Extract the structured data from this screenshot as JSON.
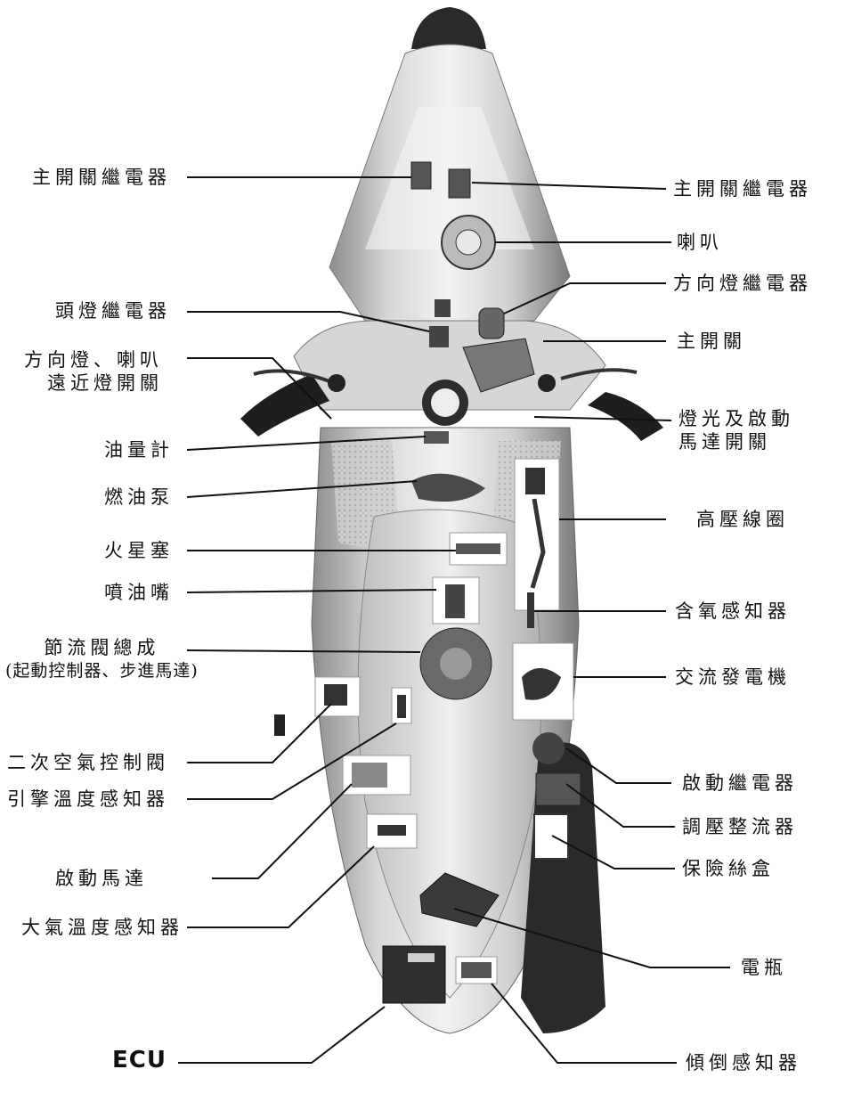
{
  "labels": {
    "main_relay_left": "主開關繼電器",
    "main_relay_right": "主開關繼電器",
    "horn": "喇叭",
    "turn_relay": "方向燈繼電器",
    "headlight_relay": "頭燈繼電器",
    "main_switch": "主開關",
    "turn_horn_switch_1": "方向燈、喇叭",
    "turn_horn_switch_2": "遠近燈開關",
    "light_start_switch_1": "燈光及啟動",
    "light_start_switch_2": "馬達開關",
    "fuel_gauge": "油量計",
    "fuel_pump": "燃油泵",
    "ignition_coil": "高壓線圈",
    "spark_plug": "火星塞",
    "injector": "噴油嘴",
    "o2_sensor": "含氧感知器",
    "throttle_body_1": "節流閥總成",
    "throttle_body_2": "(起動控制器、步進馬達)",
    "generator": "交流發電機",
    "air_valve": "二次空氣控制閥",
    "starter_relay": "啟動繼電器",
    "engine_temp_sensor": "引擎溫度感知器",
    "regulator": "調壓整流器",
    "starter_motor": "啟動馬達",
    "fuse_box": "保險絲盒",
    "air_temp_sensor": "大氣溫度感知器",
    "battery": "電瓶",
    "ecu": "ECU",
    "tilt_sensor": "傾倒感知器"
  },
  "colors": {
    "ink": "#111111",
    "body_light": "#e6e6e6",
    "body_mid": "#bdbdbd",
    "body_dark": "#5a5a5a",
    "tire": "#222222"
  }
}
